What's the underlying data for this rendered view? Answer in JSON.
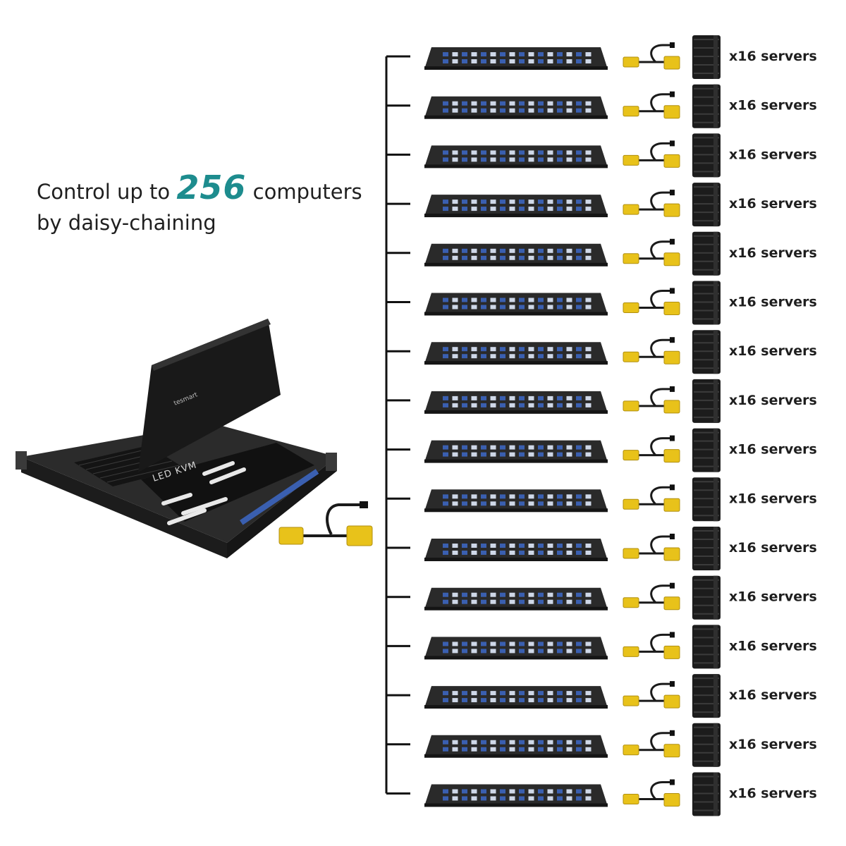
{
  "headline": {
    "before": "Control up to ",
    "number": "256",
    "after": " computers",
    "line2": "by daisy-chaining"
  },
  "console": {
    "brand": "tesmart",
    "panel_text": "LED KVM"
  },
  "chain": {
    "row_label": "x16 servers",
    "switch_count": 16
  },
  "colors": {
    "accent": "#1d8c8e",
    "switch_body": "#2a2a2a",
    "port_blue": "#3a5fb0",
    "cable_yellow": "#e8c21a",
    "server": "#1c1c1c"
  }
}
